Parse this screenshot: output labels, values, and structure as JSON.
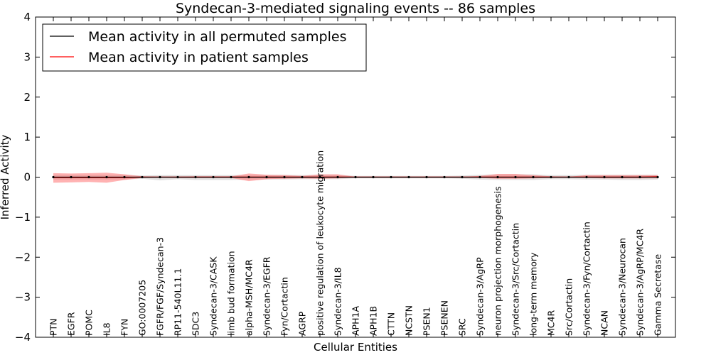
{
  "chart_data": {
    "type": "line",
    "title": "Syndecan-3-mediated signaling events -- 86 samples",
    "xlabel": "Cellular Entities",
    "ylabel": "Inferred Activity",
    "ylim": [
      -4,
      4
    ],
    "yticks": [
      -4,
      -3,
      -2,
      -1,
      0,
      1,
      2,
      3,
      4
    ],
    "ytick_labels": [
      "−4",
      "−3",
      "−2",
      "−1",
      "0",
      "1",
      "2",
      "3",
      "4"
    ],
    "grid": false,
    "legend_position": "top-left",
    "categories": [
      "PTN",
      "EGFR",
      "POMC",
      "IL8",
      "FYN",
      "GO:0007205",
      "FGFR/FGF/Syndecan-3",
      "RP11-540L11.1",
      "SDC3",
      "Syndecan-3/CASK",
      "limb bud formation",
      "alpha-MSH/MC4R",
      "Syndecan-3/EGFR",
      "Fyn/Cortactin",
      "AGRP",
      "positive regulation of leukocyte migration",
      "Syndecan-3/IL8",
      "APH1A",
      "APH1B",
      "CTTN",
      "NCSTN",
      "PSEN1",
      "PSENEN",
      "SRC",
      "Syndecan-3/AgRP",
      "neuron projection morphogenesis",
      "Syndecan-3/Src/Cortactin",
      "long-term memory",
      "MC4R",
      "Src/Cortactin",
      "Syndecan-3/Fyn/Cortactin",
      "NCAN",
      "Syndecan-3/Neurocan",
      "Syndecan-3/AgRP/MC4R",
      "Gamma Secretase"
    ],
    "series": [
      {
        "name": "Mean activity in all permuted samples",
        "color": "#000000",
        "values": [
          0.0,
          0.0,
          0.0,
          0.0,
          0.0,
          0.0,
          0.0,
          0.0,
          0.0,
          0.0,
          0.0,
          0.0,
          0.0,
          0.0,
          0.0,
          0.0,
          0.0,
          0.0,
          0.0,
          0.0,
          0.0,
          0.0,
          0.0,
          0.0,
          0.0,
          0.0,
          0.0,
          0.0,
          0.0,
          0.0,
          0.0,
          0.0,
          0.0,
          0.0,
          0.0
        ],
        "band_lower": [
          -0.06,
          -0.06,
          -0.06,
          -0.06,
          -0.06,
          -0.04,
          -0.08,
          -0.05,
          -0.07,
          -0.07,
          -0.07,
          -0.06,
          -0.06,
          -0.06,
          -0.05,
          -0.05,
          -0.05,
          -0.03,
          -0.03,
          -0.03,
          -0.03,
          -0.03,
          -0.03,
          -0.04,
          -0.06,
          -0.07,
          -0.07,
          -0.07,
          -0.05,
          -0.05,
          -0.06,
          -0.06,
          -0.07,
          -0.07,
          -0.06
        ],
        "band_upper": [
          0.06,
          0.06,
          0.06,
          0.06,
          0.06,
          0.04,
          0.05,
          0.05,
          0.05,
          0.05,
          0.05,
          0.06,
          0.06,
          0.06,
          0.05,
          0.06,
          0.06,
          0.03,
          0.03,
          0.03,
          0.03,
          0.03,
          0.03,
          0.04,
          0.06,
          0.07,
          0.07,
          0.07,
          0.05,
          0.05,
          0.06,
          0.06,
          0.06,
          0.06,
          0.06
        ]
      },
      {
        "name": "Mean activity in patient samples",
        "color": "#ff0000",
        "values": [
          -0.01,
          -0.01,
          -0.01,
          -0.01,
          -0.01,
          0.0,
          0.0,
          0.0,
          0.0,
          0.0,
          0.0,
          0.0,
          0.0,
          0.0,
          0.0,
          0.0,
          0.0,
          0.0,
          0.0,
          0.0,
          0.0,
          0.0,
          0.0,
          0.0,
          0.0,
          0.0,
          0.0,
          0.0,
          0.0,
          0.0,
          0.0,
          0.0,
          0.0,
          0.0,
          0.01
        ],
        "band_lower": [
          -0.14,
          -0.13,
          -0.12,
          -0.14,
          -0.07,
          -0.02,
          -0.01,
          -0.02,
          -0.02,
          -0.02,
          -0.02,
          -0.1,
          -0.05,
          -0.04,
          -0.03,
          -0.04,
          -0.03,
          -0.01,
          -0.01,
          -0.01,
          -0.01,
          -0.01,
          -0.01,
          -0.01,
          -0.02,
          -0.04,
          -0.04,
          -0.03,
          -0.02,
          -0.01,
          -0.02,
          -0.03,
          -0.03,
          -0.03,
          -0.03
        ],
        "band_upper": [
          0.1,
          0.09,
          0.1,
          0.11,
          0.07,
          0.02,
          0.01,
          0.01,
          0.02,
          0.02,
          0.02,
          0.09,
          0.06,
          0.05,
          0.03,
          0.07,
          0.07,
          0.01,
          0.01,
          0.01,
          0.01,
          0.01,
          0.01,
          0.01,
          0.03,
          0.08,
          0.08,
          0.05,
          0.02,
          0.01,
          0.05,
          0.05,
          0.05,
          0.05,
          0.05
        ]
      }
    ]
  }
}
